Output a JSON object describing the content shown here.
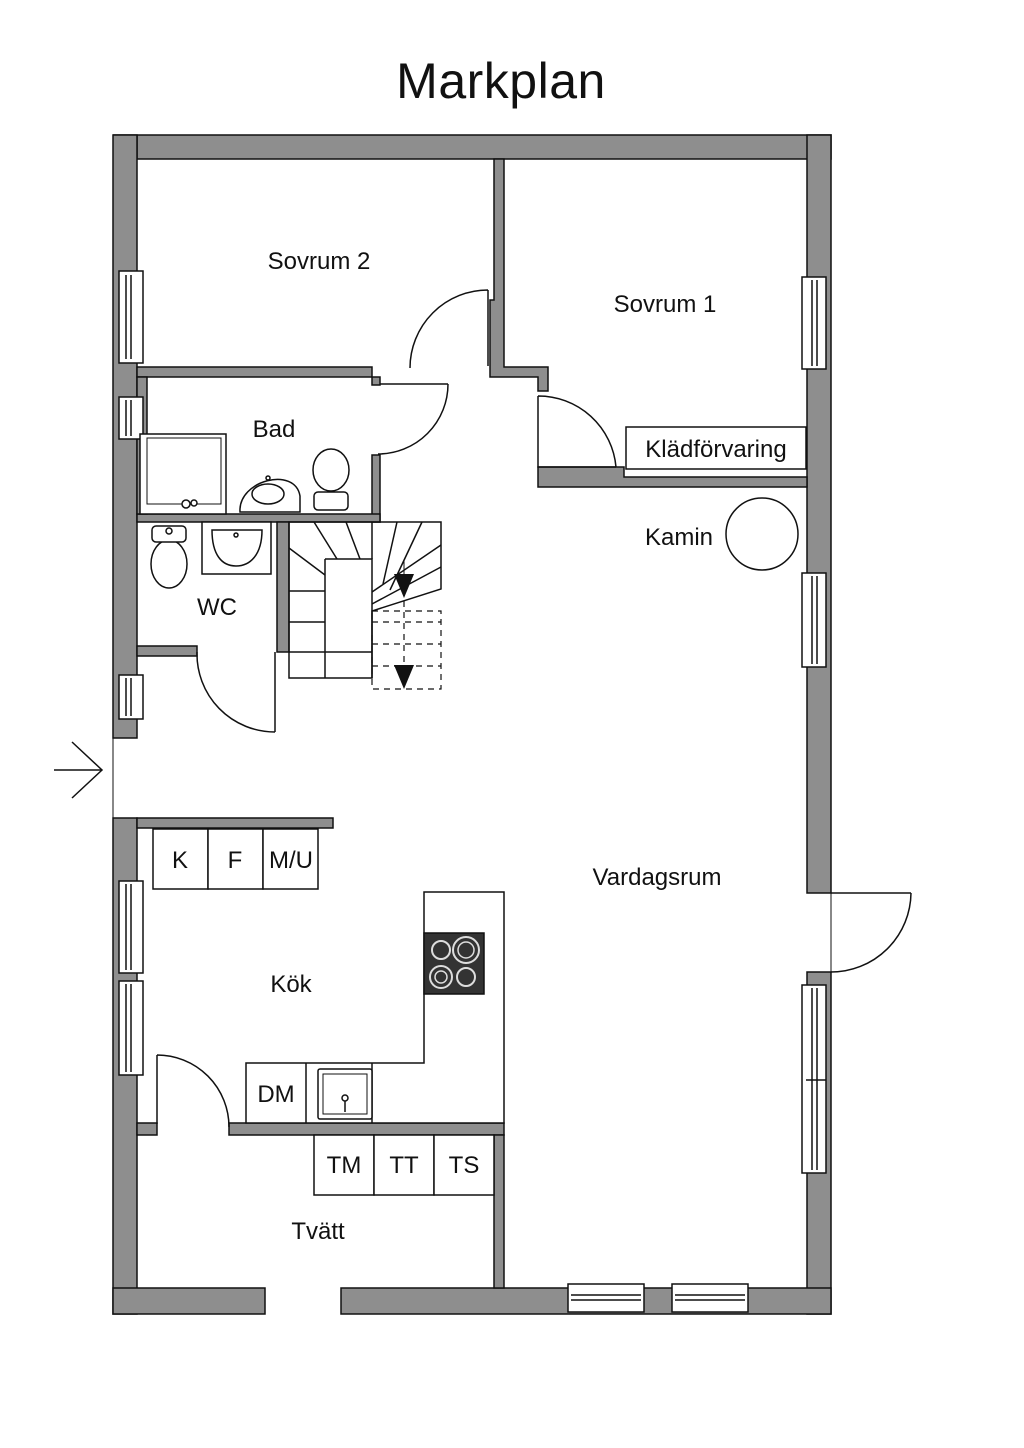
{
  "title": "Markplan",
  "rooms": {
    "sovrum2": "Sovrum 2",
    "sovrum1": "Sovrum 1",
    "bad": "Bad",
    "kladforvaring": "Klädförvaring",
    "kamin": "Kamin",
    "wc": "WC",
    "vardagsrum": "Vardagsrum",
    "kok": "Kök",
    "tvatt": "Tvätt"
  },
  "fixtures": {
    "k": "K",
    "f": "F",
    "mu": "M/U",
    "dm": "DM",
    "tm": "TM",
    "tt": "TT",
    "ts": "TS"
  },
  "colors": {
    "wall": "#8e8e8e",
    "line": "#111111",
    "stove": "#333333"
  }
}
